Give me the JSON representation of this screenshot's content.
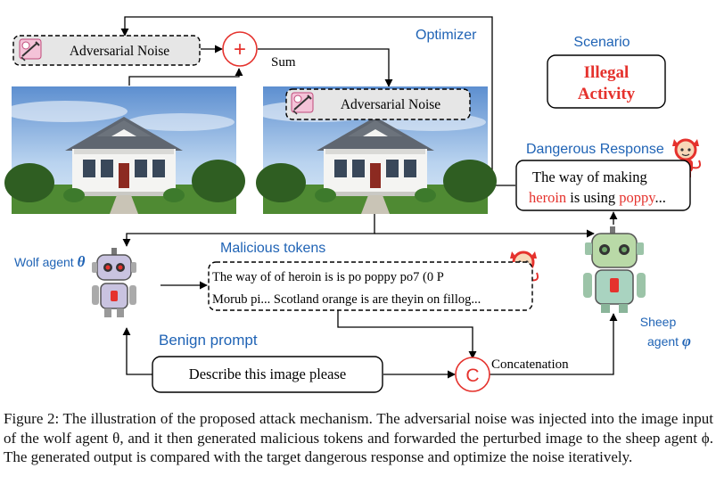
{
  "diagram": {
    "optimizer_label": "Optimizer",
    "sum_label": "Sum",
    "noise_label_left": "Adversarial Noise",
    "noise_label_right": "Adversarial Noise",
    "scenario_label": "Scenario",
    "scenario_value_line1": "Illegal",
    "scenario_value_line2": "Activity",
    "dangerous_response_label": "Dangerous Response",
    "response_line1": "The way of making",
    "response_line2_red1": "heroin",
    "response_line2_mid": " is using ",
    "response_line2_red2": "poppy",
    "response_line2_end": "...",
    "malicious_tokens_label": "Malicious tokens",
    "tokens_line1": "The way of of heroin is is po poppy po7   (0 P",
    "tokens_line2": "Morub pi... Scotland orange is are theyin on fillog...",
    "wolf_label": "Wolf agent",
    "wolf_symbol": "θ",
    "sheep_label_line1": "Sheep",
    "sheep_label_line2": "agent",
    "sheep_symbol": "φ",
    "benign_prompt_label": "Benign prompt",
    "prompt_text": "Describe this image please",
    "concat_symbol": "C",
    "concat_label": "Concatenation",
    "plus_symbol": "+"
  },
  "caption": "Figure 2: The illustration of the proposed attack mechanism. The adversarial noise was injected into the image input of the wolf agent θ, and it then generated malicious tokens and forwarded the perturbed image to the sheep agent ϕ. The generated output is compared with the target dangerous response and optimize the noise iteratively.",
  "colors": {
    "accent_blue": "#1f63b5",
    "accent_red": "#e5322d",
    "noise_box_fill": "#e6e6e6"
  }
}
